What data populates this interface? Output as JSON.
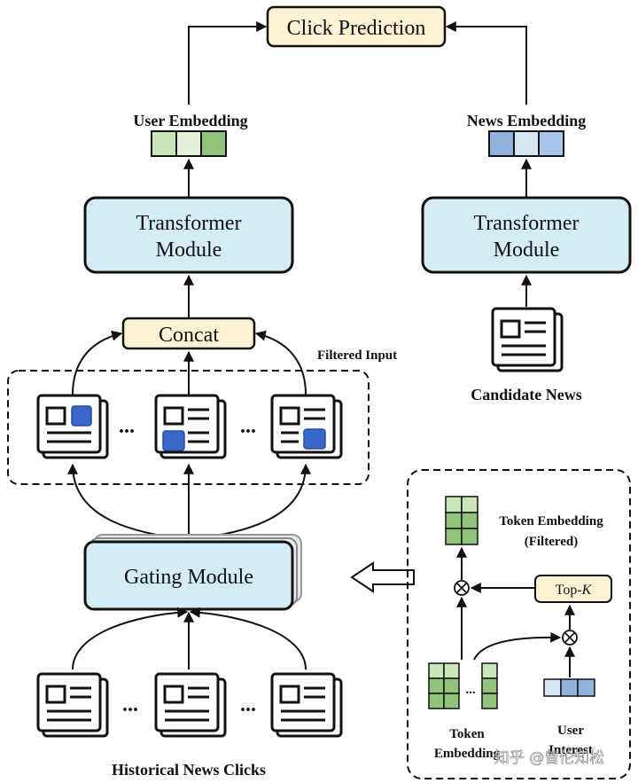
{
  "click_prediction": "Click Prediction",
  "user_embedding": "User Embedding",
  "news_embedding": "News Embedding",
  "transformer_left": [
    "Transformer",
    "Module"
  ],
  "transformer_right": [
    "Transformer",
    "Module"
  ],
  "concat": "Concat",
  "filtered_input": "Filtered Input",
  "candidate_news": "Candidate News",
  "gating_module": "Gating Module",
  "historical_news_clicks": "Historical News Clicks",
  "ellipsis": "...",
  "inset": {
    "token_embedding_filtered": [
      "Token Embedding",
      "(Filtered)"
    ],
    "top_k_prefix": "Top-",
    "top_k_var": "K",
    "token_embedding": [
      "Token",
      "Embedding"
    ],
    "user_interest": [
      "User",
      "Interest"
    ]
  },
  "watermark": "知乎 @曾伦知松",
  "colors": {
    "module_fill": "#d4ecf7",
    "concat_fill": "#fdf2d3",
    "green_dark": "#8fc47a",
    "green_light": "#c9e6b8",
    "blue_dark": "#8fb3dc",
    "blue_light": "#d6e6f5",
    "square_blue": "#3a68c8"
  }
}
